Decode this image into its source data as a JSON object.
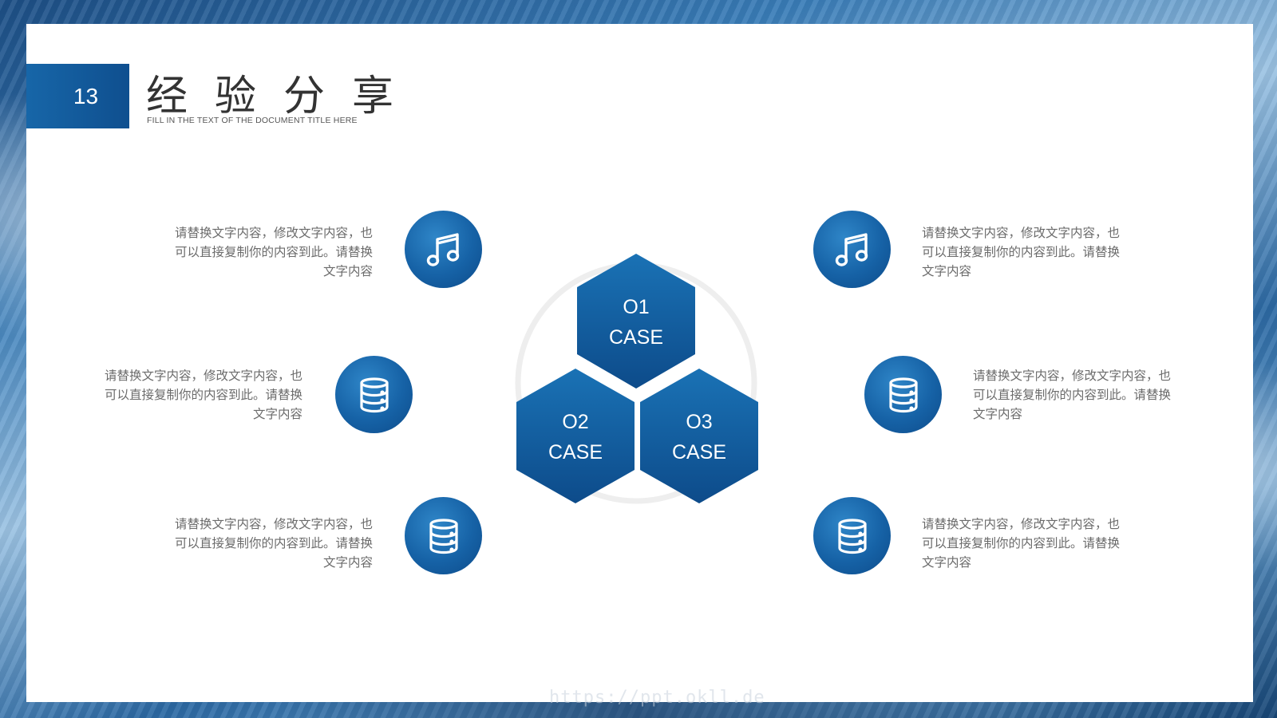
{
  "slide": {
    "number": "13",
    "title": "经验分享",
    "subtitle": "FILL IN THE TEXT OF THE DOCUMENT TITLE HERE"
  },
  "cases": [
    {
      "num": "O1",
      "label": "CASE"
    },
    {
      "num": "O2",
      "label": "CASE"
    },
    {
      "num": "O3",
      "label": "CASE"
    }
  ],
  "items": [
    {
      "icon": "music-note-icon",
      "text": "请替换文字内容，修改文字内容，也可以直接复制你的内容到此。请替换文字内容"
    },
    {
      "icon": "database-icon",
      "text": "请替换文字内容，修改文字内容，也可以直接复制你的内容到此。请替换文字内容"
    },
    {
      "icon": "database-icon",
      "text": "请替换文字内容，修改文字内容，也可以直接复制你的内容到此。请替换文字内容"
    },
    {
      "icon": "music-note-icon",
      "text": "请替换文字内容，修改文字内容，也可以直接复制你的内容到此。请替换文字内容"
    },
    {
      "icon": "database-icon",
      "text": "请替换文字内容，修改文字内容，也可以直接复制你的内容到此。请替换文字内容"
    },
    {
      "icon": "database-icon",
      "text": "请替换文字内容，修改文字内容，也可以直接复制你的内容到此。请替换文字内容"
    }
  ],
  "watermark": "https://ppt.okll.de",
  "colors": {
    "accent": "#1766a8",
    "accent_dark": "#0d4b8a",
    "text_gray": "#6b6b6b"
  }
}
